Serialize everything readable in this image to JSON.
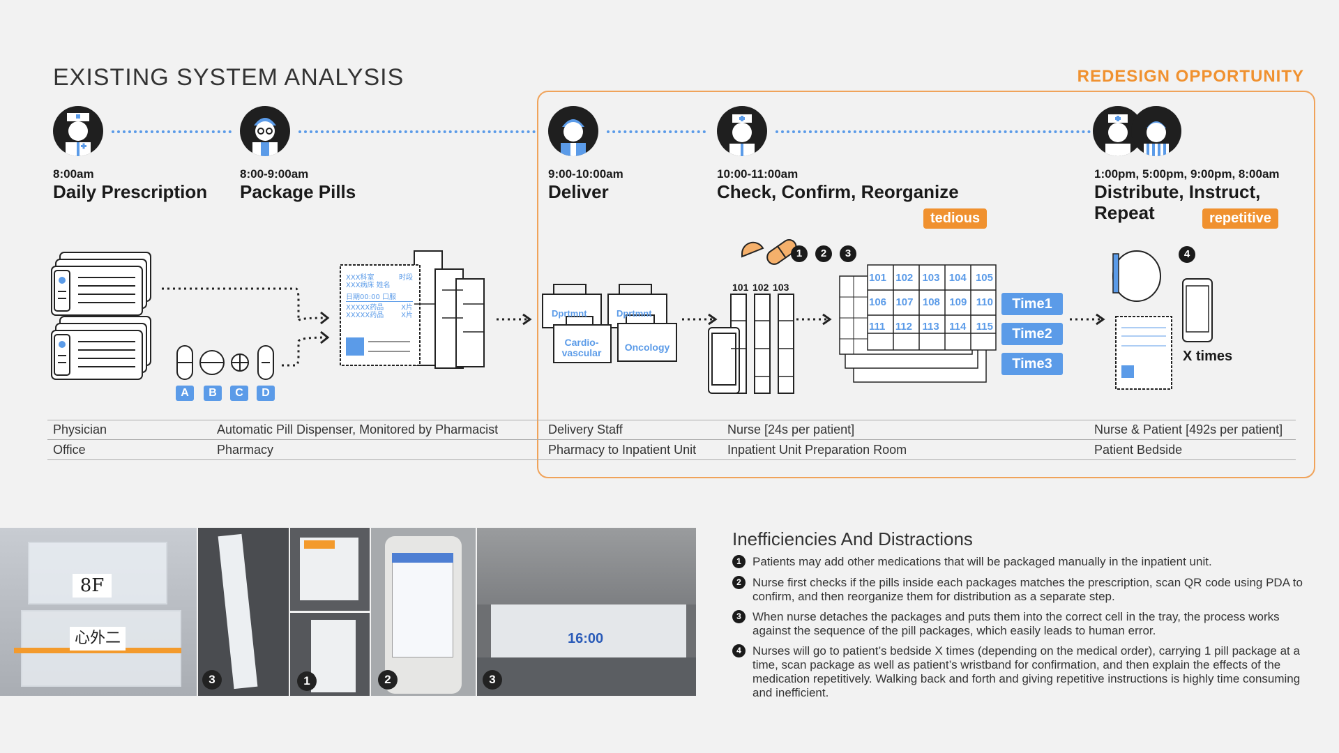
{
  "title": "EXISTING SYSTEM ANALYSIS",
  "redesign_label": "REDESIGN OPPORTUNITY",
  "steps": [
    {
      "time": "8:00am",
      "name": "Daily Prescription"
    },
    {
      "time": "8:00-9:00am",
      "name": "Package Pills"
    },
    {
      "time": "9:00-10:00am",
      "name": "Deliver"
    },
    {
      "time": "10:00-11:00am",
      "name": "Check, Confirm, Reorganize"
    },
    {
      "time": "1:00pm, 5:00pm, 9:00pm, 8:00am",
      "name_line1": "Distribute, Instruct,",
      "name_line2": "Repeat"
    }
  ],
  "tags": {
    "tedious": "tedious",
    "repetitive": "repetitive"
  },
  "pill_letters": [
    "A",
    "B",
    "C",
    "D"
  ],
  "package_label": {
    "dept": "XXX科室",
    "patient": "XXX病床 姓名",
    "time": "时段",
    "date": "日期00:00 口服",
    "drug1": "XXXXX药品",
    "drug2": "XXXXX药品",
    "qty1": "X片",
    "qty2": "X片"
  },
  "bags": {
    "b1": "Dprtmnt",
    "b2": "Dprtmnt",
    "b3": "Cardio-vascular",
    "b4": "Oncology"
  },
  "rooms_col": [
    "101",
    "102",
    "103"
  ],
  "tray_rooms": [
    [
      "101",
      "102",
      "103",
      "104",
      "105"
    ],
    [
      "106",
      "107",
      "108",
      "109",
      "110"
    ],
    [
      "111",
      "112",
      "113",
      "114",
      "115"
    ]
  ],
  "times": [
    "Time1",
    "Time2",
    "Time3"
  ],
  "nums": [
    "1",
    "2",
    "3",
    "4"
  ],
  "x_times": "X times",
  "roles": [
    {
      "role": "Physician",
      "place": "Office"
    },
    {
      "role": "Automatic Pill Dispenser, Monitored by Pharmacist",
      "place": "Pharmacy"
    },
    {
      "role": "Delivery Staff",
      "place": "Pharmacy to Inpatient Unit"
    },
    {
      "role": "Nurse [24s per patient]",
      "place": "Inpatient Unit Preparation Room"
    },
    {
      "role": "Nurse & Patient [492s per patient]",
      "place": "Patient Bedside"
    }
  ],
  "photos": {
    "badges": [
      "3",
      "1",
      "2",
      "3"
    ],
    "label_8f": "8F",
    "label_xw": "心外二",
    "time_display": "16:00"
  },
  "inefficiencies": {
    "title": "Inefficiencies And Distractions",
    "items": [
      {
        "n": "1",
        "text": "Patients may add other medications that will be packaged manually in the inpatient unit."
      },
      {
        "n": "2",
        "text": "Nurse first checks if the pills inside each packages matches the prescription, scan QR code using PDA to confirm, and then reorganize them for distribution as a separate step."
      },
      {
        "n": "3",
        "text": "When nurse detaches the packages and puts them into the correct cell in the tray, the process works against the sequence of the pill packages, which easily leads to human error."
      },
      {
        "n": "4",
        "text": "Nurses will go to patient’s bedside X times (depending on the medical order), carrying 1 pill package at a time, scan package as well as patient’s wristband for confirmation, and then explain the effects of the medication repetitively. Walking back and forth and giving repetitive instructions is highly time consuming and inefficient."
      }
    ]
  },
  "colors": {
    "accent_blue": "#5b9be8",
    "accent_orange": "#f0912f",
    "dark": "#1f1f1f"
  }
}
